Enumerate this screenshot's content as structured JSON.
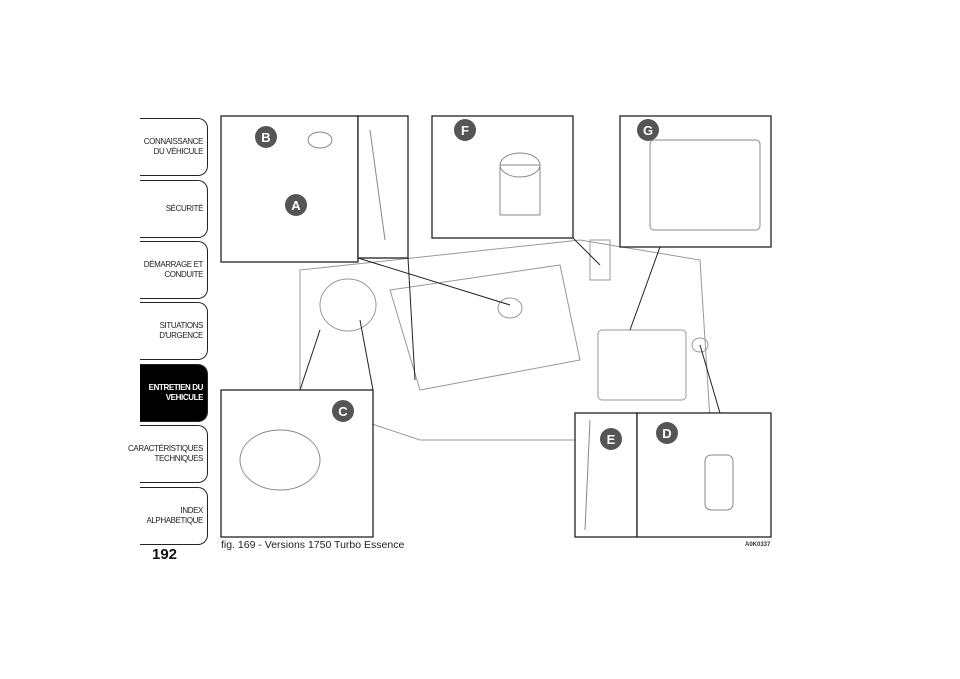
{
  "sidebar": {
    "tabs": [
      {
        "label": "CONNAISSANCE DU VÉHICULE"
      },
      {
        "label": "SÉCURITÉ"
      },
      {
        "label": "DÉMARRAGE ET CONDUITE"
      },
      {
        "label": "SITUATIONS D'URGENCE"
      },
      {
        "label": "ENTRETIEN DU VEHICULE",
        "active": true
      },
      {
        "label": "CARACTÉRISTIQUES TECHNIQUES"
      },
      {
        "label": "INDEX ALPHABETIQUE"
      }
    ]
  },
  "page_number": "192",
  "figure": {
    "caption": "fig. 169 - Versions 1750 Turbo Essence",
    "code": "A0K0337",
    "callouts": [
      "A",
      "B",
      "C",
      "D",
      "E",
      "F",
      "G"
    ]
  }
}
